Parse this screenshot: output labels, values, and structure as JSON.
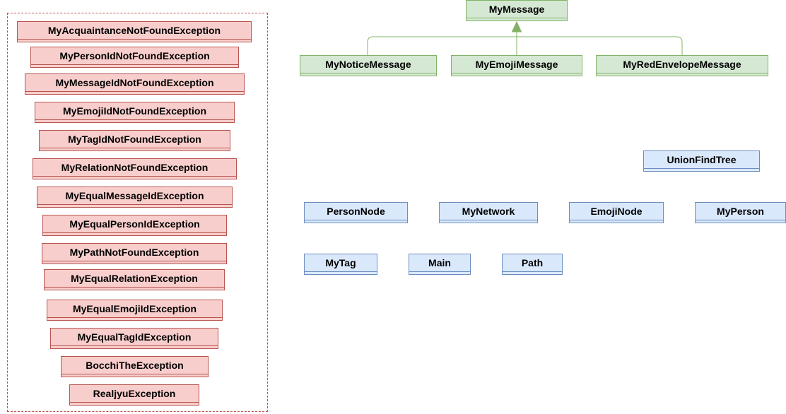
{
  "colors": {
    "exception_fill": "#f8cecc",
    "exception_stroke": "#b85450",
    "message_fill": "#d5e8d4",
    "message_stroke": "#82b366",
    "class_fill": "#dae8fc",
    "class_stroke": "#6c8ebf"
  },
  "exceptions": [
    "MyAcquaintanceNotFoundException",
    "MyPersonIdNotFoundException",
    "MyMessageIdNotFoundException",
    "MyEmojiIdNotFoundException",
    "MyTagIdNotFoundException",
    "MyRelationNotFoundException",
    "MyEqualMessageIdException",
    "MyEqualPersonIdException",
    "MyPathNotFoundException",
    "MyEqualRelationException",
    "MyEqualEmojiIdException",
    "MyEqualTagIdException",
    "BocchiTheException",
    "RealjyuException"
  ],
  "messages": {
    "parent": "MyMessage",
    "children": [
      "MyNoticeMessage",
      "MyEmojiMessage",
      "MyRedEnvelopeMessage"
    ]
  },
  "classes": [
    "UnionFindTree",
    "PersonNode",
    "MyNetwork",
    "EmojiNode",
    "MyPerson",
    "MyTag",
    "Main",
    "Path"
  ]
}
